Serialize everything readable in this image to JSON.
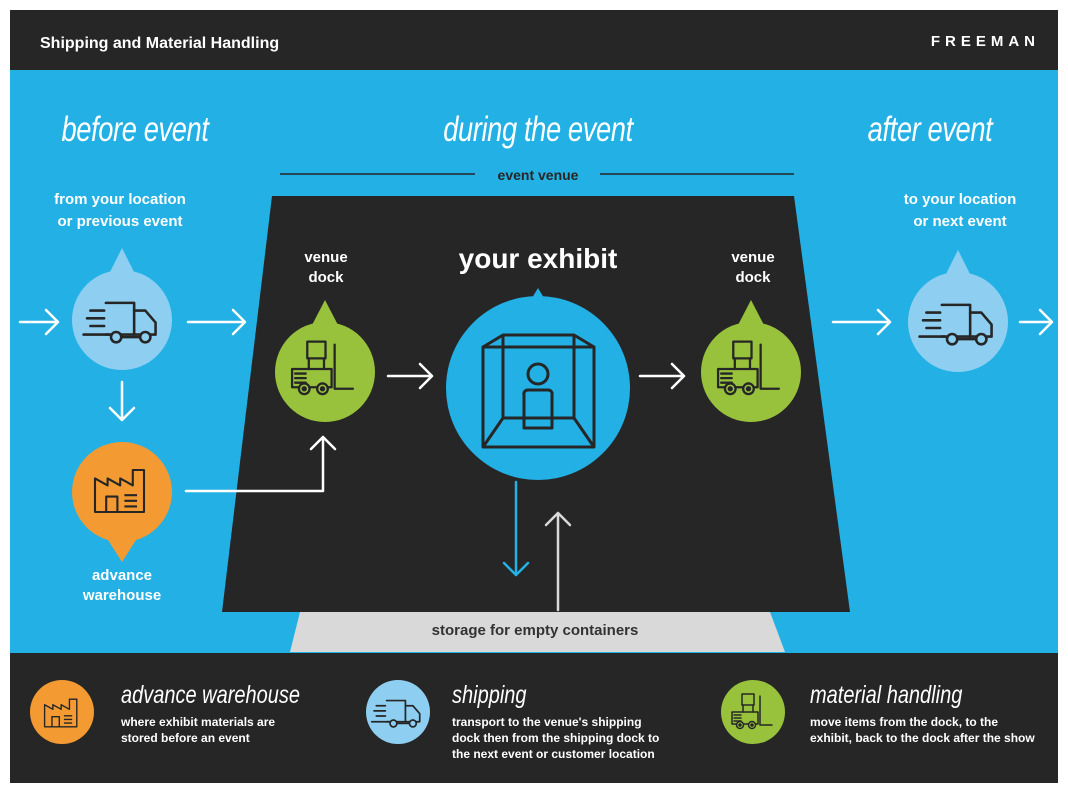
{
  "header": {
    "title": "Shipping and Material Handling",
    "brand": "FREEMAN"
  },
  "phases": {
    "before": "before event",
    "during": "during the event",
    "after": "after event"
  },
  "flow": {
    "from_label_1": "from your location",
    "from_label_2": "or previous event",
    "to_label_1": "to your location",
    "to_label_2": "or next event",
    "venue_label": "event venue",
    "dock_left_1": "venue",
    "dock_left_2": "dock",
    "dock_right_1": "venue",
    "dock_right_2": "dock",
    "exhibit_label": "your exhibit",
    "warehouse_1": "advance",
    "warehouse_2": "warehouse",
    "storage_label": "storage for empty containers"
  },
  "legend": [
    {
      "title": "advance warehouse",
      "desc": [
        "where exhibit materials are",
        "stored before an event"
      ],
      "icon": "factory-icon",
      "color": "#f39a32"
    },
    {
      "title": "shipping",
      "desc": [
        "transport to the venue's shipping",
        "dock then from the shipping dock to",
        "the next event or customer location"
      ],
      "icon": "truck-icon",
      "color": "#8ecff1"
    },
    {
      "title": "material handling",
      "desc": [
        "move items from the dock, to the",
        "exhibit, back to the dock after the show"
      ],
      "icon": "forklift-icon",
      "color": "#98c23c"
    }
  ],
  "colors": {
    "blue": "#23b0e4",
    "dark": "#262626",
    "orange": "#f39a32",
    "light_blue": "#8ecff1",
    "green": "#98c23c",
    "grey": "#d9d9d9"
  }
}
